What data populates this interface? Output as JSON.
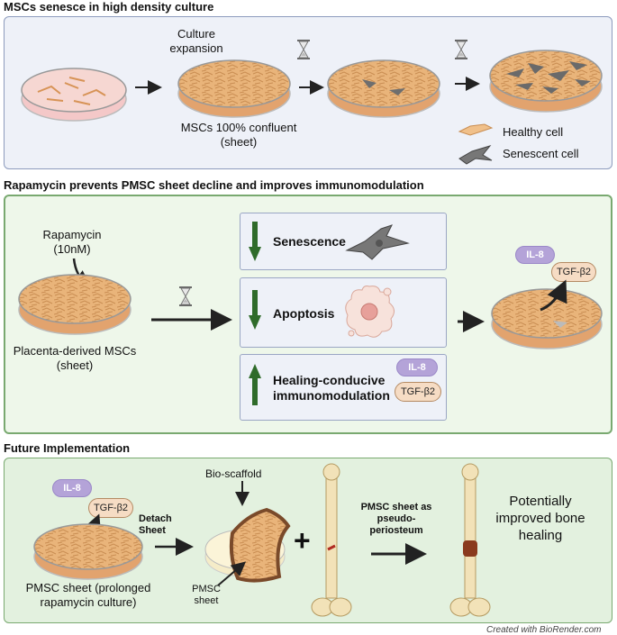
{
  "section1": {
    "title": "MSCs senesce in high density culture",
    "culture_label": "Culture expansion",
    "confluent_label": "MSCs 100% confluent (sheet)",
    "legend_healthy": "Healthy cell",
    "legend_senescent": "Senescent cell"
  },
  "section2": {
    "title": "Rapamycin prevents PMSC sheet decline and improves immunomodulation",
    "rapamycin_label": "Rapamycin (10nM)",
    "pmsc_label": "Placenta-derived MSCs (sheet)",
    "senescence": "Senescence",
    "apoptosis": "Apoptosis",
    "healing": "Healing-conducive immunomodulation",
    "il8": "IL-8",
    "tgf": "TGF-β2"
  },
  "section3": {
    "title": "Future Implementation",
    "il8": "IL-8",
    "tgf": "TGF-β2",
    "detach": "Detach Sheet",
    "bioscaffold": "Bio-scaffold",
    "pmsc_sheet": "PMSC sheet",
    "prolonged": "PMSC sheet (prolonged rapamycin culture)",
    "pseudo": "PMSC sheet as pseudo-periosteum",
    "improved": "Potentially improved bone healing"
  },
  "footer": "Created with BioRender.com",
  "colors": {
    "panel1_bg": "#eef1f8",
    "panel2_bg": "#eef7ea",
    "panel_green_border": "#79a970",
    "arrow_down": "#2f6b2a",
    "il8": "#b4a3d8",
    "tgf": "#f6dcc4"
  },
  "icons": [
    "hourglass-icon",
    "petri-dish-icon",
    "healthy-cell-icon",
    "senescent-cell-icon",
    "bone-icon",
    "plus-icon"
  ]
}
